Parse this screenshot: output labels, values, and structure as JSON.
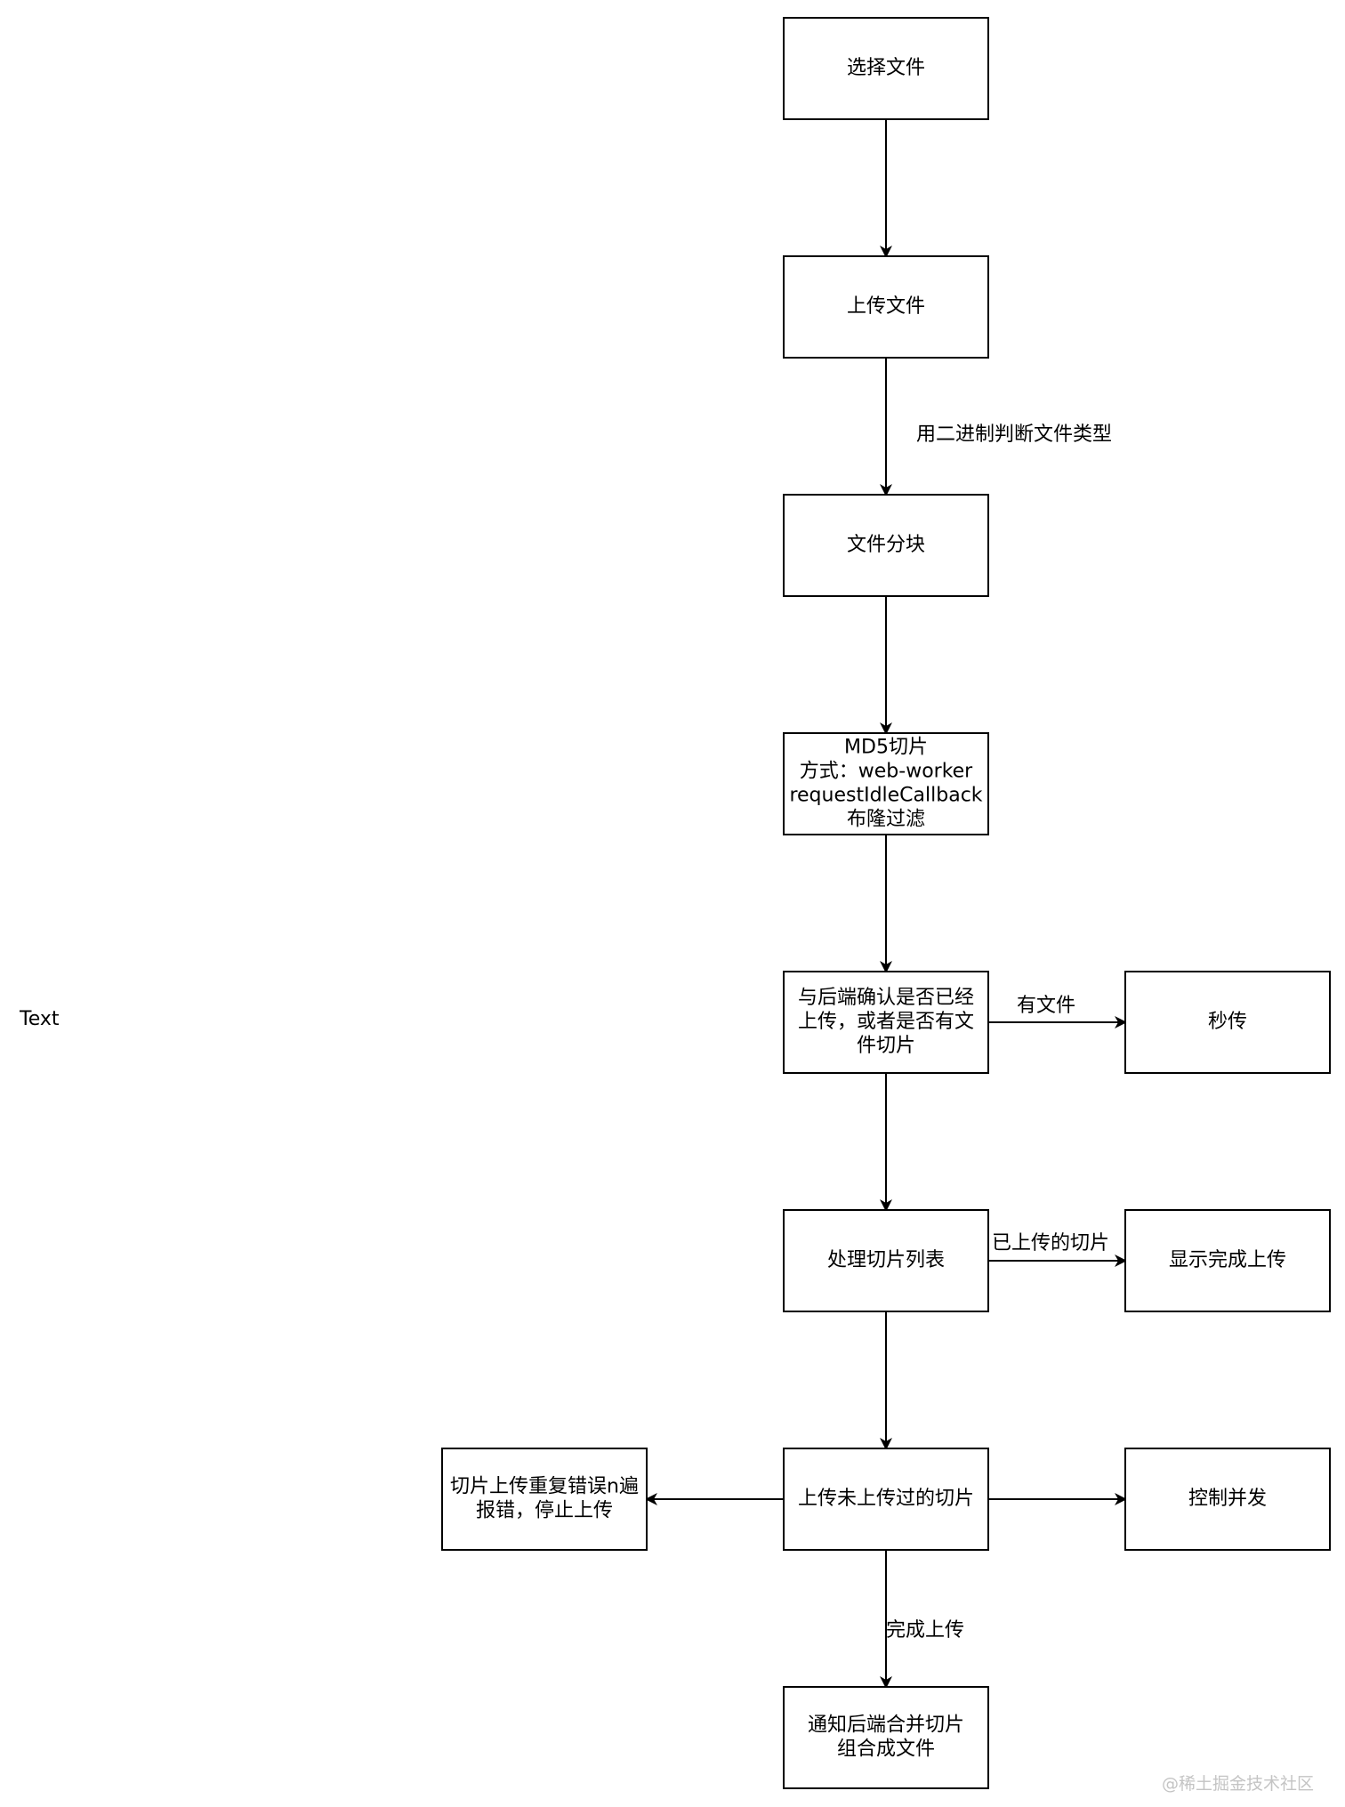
{
  "nodes": [
    {
      "id": "select",
      "lines": [
        "选择文件"
      ]
    },
    {
      "id": "upload",
      "lines": [
        "上传文件"
      ]
    },
    {
      "id": "chunk",
      "lines": [
        "文件分块"
      ]
    },
    {
      "id": "md5",
      "lines": [
        "MD5切片",
        "方式：web-worker",
        "requestIdleCallback",
        "布隆过滤"
      ]
    },
    {
      "id": "check",
      "lines": [
        "与后端确认是否已经",
        "上传，或者是否有文",
        "件切片"
      ]
    },
    {
      "id": "instant",
      "lines": [
        "秒传"
      ]
    },
    {
      "id": "process",
      "lines": [
        "处理切片列表"
      ]
    },
    {
      "id": "showdone",
      "lines": [
        "显示完成上传"
      ]
    },
    {
      "id": "uploadrest",
      "lines": [
        "上传未上传过的切片"
      ]
    },
    {
      "id": "retry",
      "lines": [
        "切片上传重复错误n遍",
        "报错，停止上传"
      ]
    },
    {
      "id": "concurrency",
      "lines": [
        "控制并发"
      ]
    },
    {
      "id": "merge",
      "lines": [
        "通知后端合并切片",
        "组合成文件"
      ]
    }
  ],
  "edges": [
    {
      "from": "select",
      "to": "upload",
      "label": ""
    },
    {
      "from": "upload",
      "to": "chunk",
      "label": "用二进制判断文件类型"
    },
    {
      "from": "chunk",
      "to": "md5",
      "label": ""
    },
    {
      "from": "md5",
      "to": "check",
      "label": ""
    },
    {
      "from": "check",
      "to": "instant",
      "label": "有文件"
    },
    {
      "from": "check",
      "to": "process",
      "label": ""
    },
    {
      "from": "process",
      "to": "showdone",
      "label": "已上传的切片"
    },
    {
      "from": "process",
      "to": "uploadrest",
      "label": ""
    },
    {
      "from": "uploadrest",
      "to": "retry",
      "label": ""
    },
    {
      "from": "uploadrest",
      "to": "concurrency",
      "label": ""
    },
    {
      "from": "uploadrest",
      "to": "merge",
      "label": "完成上传"
    }
  ],
  "free_text": "Text",
  "watermark": "@稀土掘金技术社区"
}
